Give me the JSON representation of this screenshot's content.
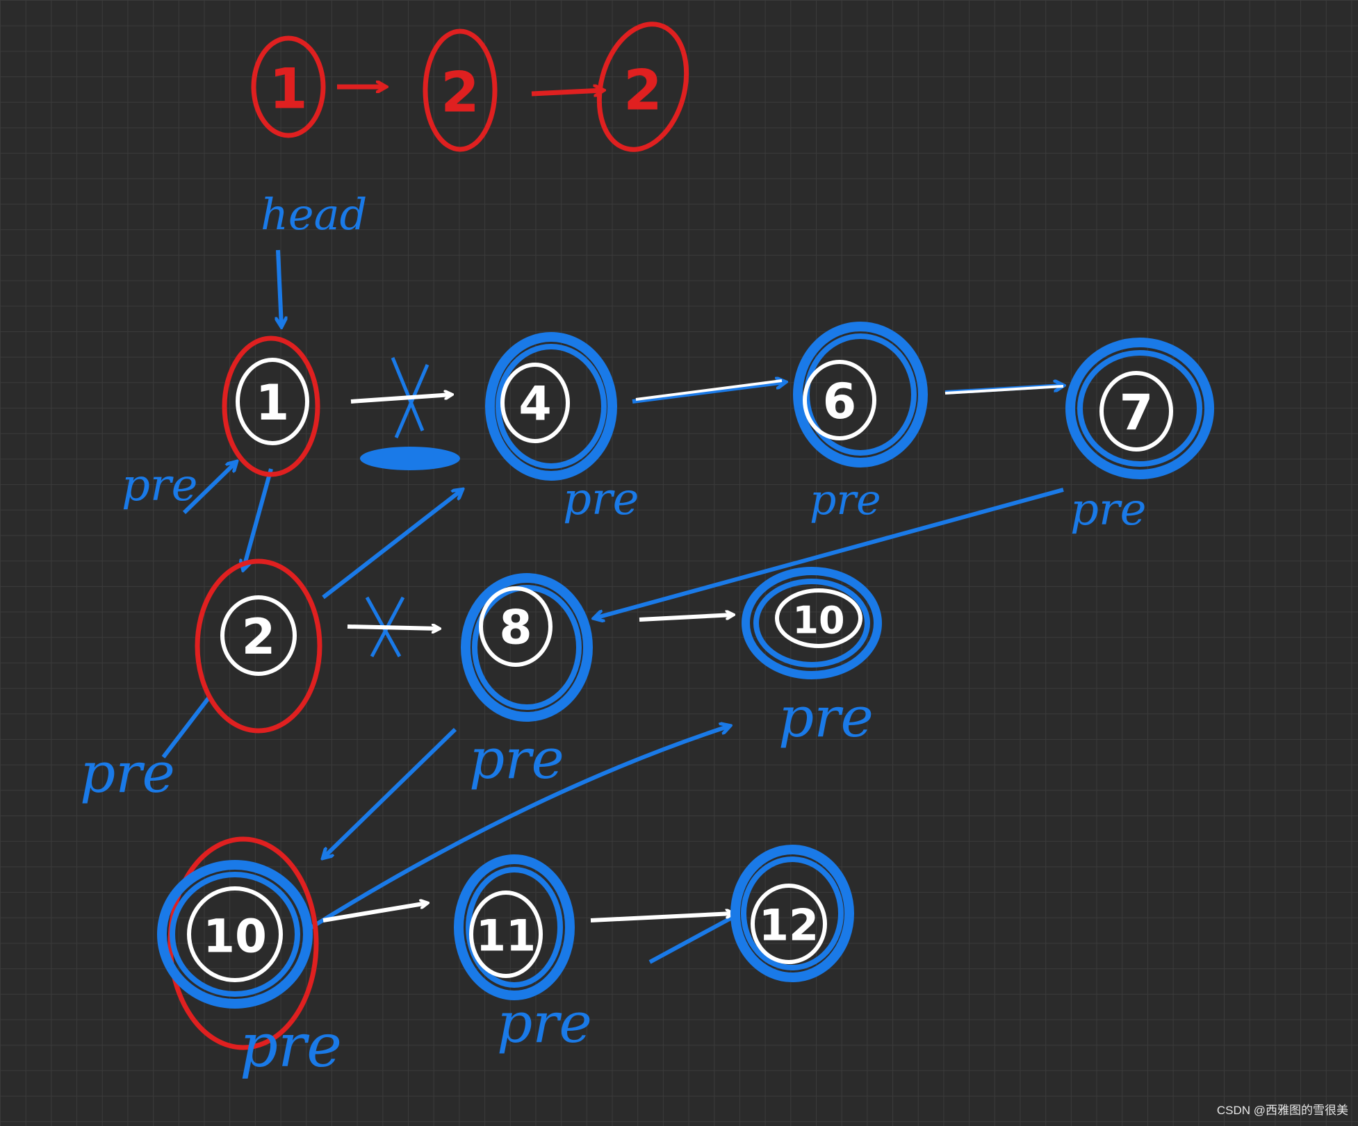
{
  "colors": {
    "background": "#2b2b2b",
    "grid": "#3b3b3b",
    "red_ink": "#e02020",
    "blue_ink": "#1a7ae8",
    "white_ink": "#ffffff"
  },
  "top_list": {
    "nodes": [
      "1",
      "2",
      "2"
    ]
  },
  "head_label": "head",
  "nodes": {
    "n1": "1",
    "n4": "4",
    "n6": "6",
    "n7": "7",
    "n2": "2",
    "n8": "8",
    "n10b": "10",
    "n10": "10",
    "n11": "11",
    "n12": "12"
  },
  "pre_label": "pre",
  "watermark": "CSDN @西雅图的雪很美"
}
